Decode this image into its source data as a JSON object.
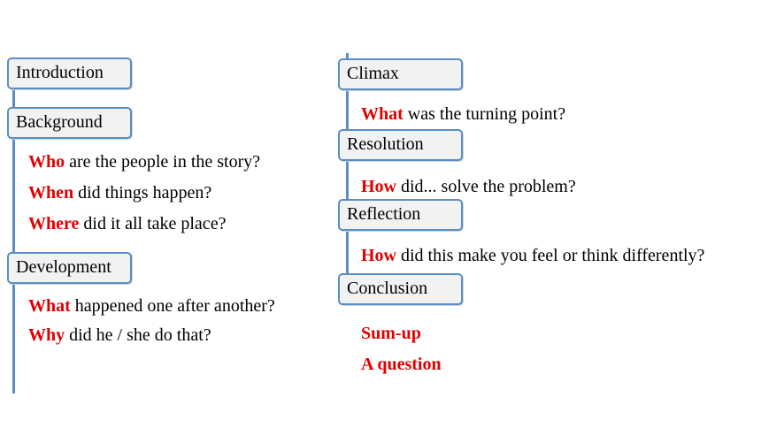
{
  "left": {
    "sections": [
      {
        "title": "Introduction",
        "questions": []
      },
      {
        "title": "Background",
        "questions": [
          {
            "keyword": "Who",
            "rest": " are the people in the story?"
          },
          {
            "keyword": "When",
            "rest": " did things happen?"
          },
          {
            "keyword": "Where",
            "rest": " did it all take place?"
          }
        ]
      },
      {
        "title": "Development",
        "questions": [
          {
            "keyword": "What",
            "rest": " happened one after another?"
          },
          {
            "keyword": "Why",
            "rest": " did he / she do that?"
          }
        ]
      }
    ]
  },
  "right": {
    "sections": [
      {
        "title": "Climax",
        "questions": [
          {
            "keyword": "What",
            "rest": " was the turning point?"
          }
        ]
      },
      {
        "title": "Resolution",
        "questions": [
          {
            "keyword": "How",
            "rest": " did... solve the problem?"
          }
        ]
      },
      {
        "title": "Reflection",
        "questions": [
          {
            "keyword": "How",
            "rest": " did this make you feel or think differently?"
          }
        ]
      },
      {
        "title": "Conclusion",
        "questions": [
          {
            "keyword": "Sum-up",
            "rest": ""
          },
          {
            "keyword": "A question",
            "rest": ""
          }
        ]
      }
    ]
  },
  "colors": {
    "accent": "#e10000",
    "line": "#5b8ec4",
    "box_fill": "#f2f2f2"
  }
}
